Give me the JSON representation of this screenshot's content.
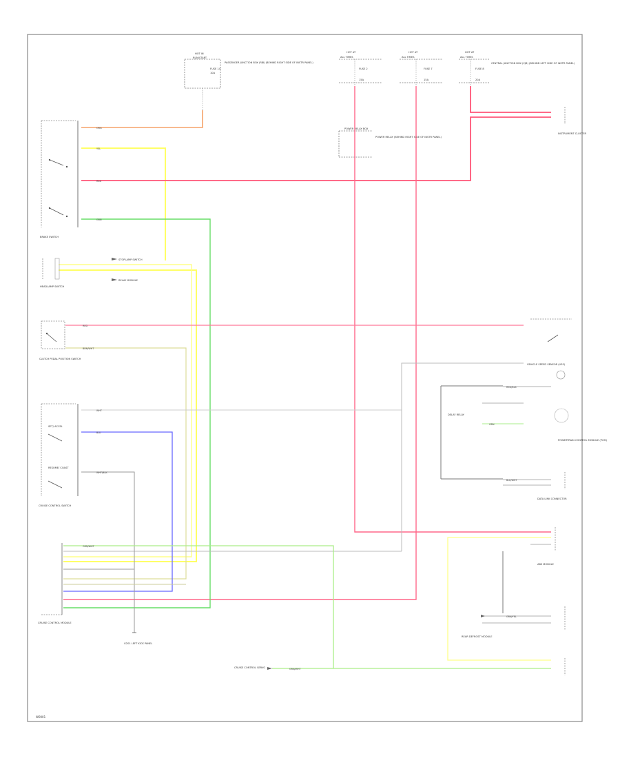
{
  "diagram": {
    "footer_code": "W0001",
    "fuse_boxes": [
      {
        "header_line1": "HOT IN",
        "header_line2": "RUN/START",
        "fuse_label": "FUSE 14",
        "amp": "10A"
      },
      {
        "header_line1": "HOT AT",
        "header_line2": "ALL TIMES",
        "fuse_label": "FUSE 2",
        "amp": "15A"
      },
      {
        "header_line1": "HOT AT",
        "header_line2": "ALL TIMES",
        "fuse_label": "FUSE 7",
        "amp": "15A"
      },
      {
        "header_line1": "HOT AT",
        "header_line2": "ALL TIMES",
        "fuse_label": "FUSE 8",
        "amp": "20A"
      }
    ],
    "component_labels": {
      "passenger_junction_box": "PASSENGER JUNCTION BOX (PJB) (BEHIND RIGHT SIDE OF INSTR PANEL)",
      "relay_panel": "POWER RELAY BOX",
      "relay_note": "POWER RELAY (BEHIND RIGHT SIDE OF INSTR PANEL)",
      "central_junction_box": "CENTRAL JUNCTION BOX (CJB) (BEHIND LEFT SIDE OF INSTR PANEL)",
      "brake_switch": "BRAKE SWITCH",
      "brake_lamp_switch_1": "STOPLAMP SWITCH",
      "relay_module": "RELAY MODULE",
      "relay_module_2": "DELAY RELAY",
      "clutch_switch": "CLUTCH PEDAL POSITION SWITCH",
      "cruise_switch": "CRUISE CONTROL SWITCH",
      "set_switch": "SET/ ACCEL",
      "resume_switch": "RESUME/ COAST",
      "cruise_module": "CRUISE CONTROL MODULE",
      "ground": "G201 LEFT KICK PANEL",
      "instrument_cluster": "INSTRUMENT CLUSTER",
      "speed_sensor": "VEHICLE SPEED SENSOR (VSS)",
      "pcm": "POWERTRAIN CONTROL MODULE (PCM)",
      "data_link": "DATA LINK CONNECTOR",
      "throttle": "CRUISE CONTROL SERVO",
      "abs": "ABS MODULE",
      "main_light_switch": "HEADLAMP SWITCH",
      "rear_motor": "REAR DEFROST MODULE"
    },
    "wire_labels": {
      "org": "ORG",
      "yel": "YEL",
      "red": "RED",
      "grn": "GRN",
      "wht": "WHT",
      "blu": "BLU",
      "wht_blk": "WHT/BLK",
      "grn_wht": "GRN/WHT",
      "brn_wht": "BRN/WHT",
      "red_blk": "RED/BLK",
      "grn_yel": "GRN/YEL",
      "blk_wht": "BLK/WHT"
    }
  }
}
